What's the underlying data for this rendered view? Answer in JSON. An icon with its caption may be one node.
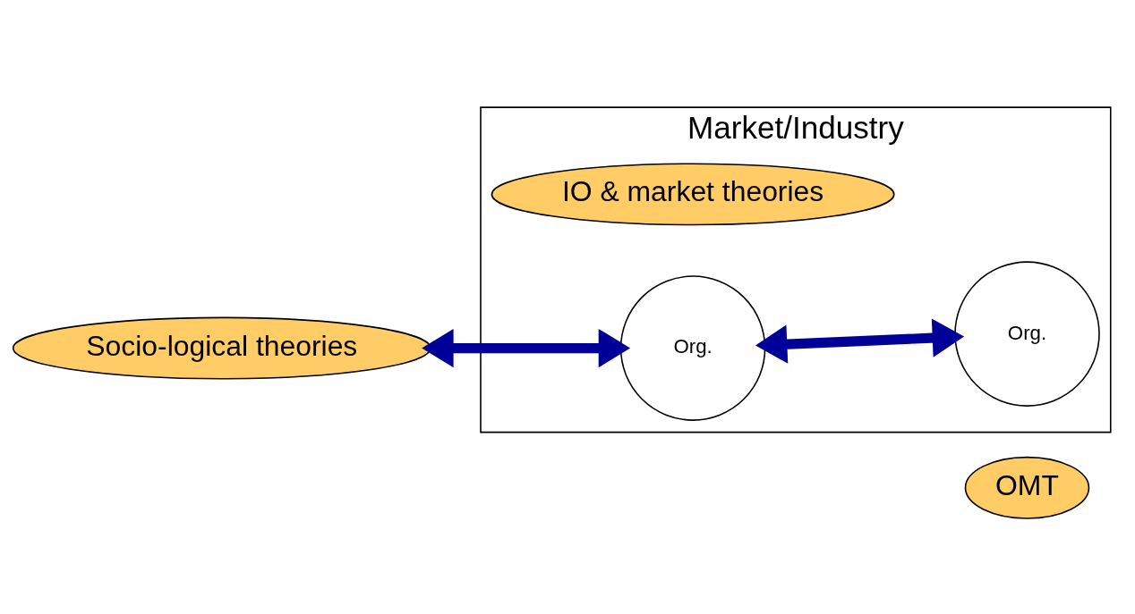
{
  "diagram": {
    "nodes": [
      {
        "text": [
          "Market/Industry"
        ]
      },
      {
        "text": [
          "IO & market theories"
        ],
        "in": 0
      },
      {
        "text": [
          "Socio-logical theories"
        ]
      },
      {
        "text": [
          "Org."
        ],
        "in": 0
      },
      {
        "text": [
          "Org."
        ],
        "in": 0
      },
      {
        "text": [
          "OMT"
        ]
      }
    ],
    "edges": [
      {
        "from": 2,
        "to": 3,
        "arrow": "both"
      },
      {
        "from": 3,
        "to": 4,
        "arrow": "both"
      }
    ]
  }
}
